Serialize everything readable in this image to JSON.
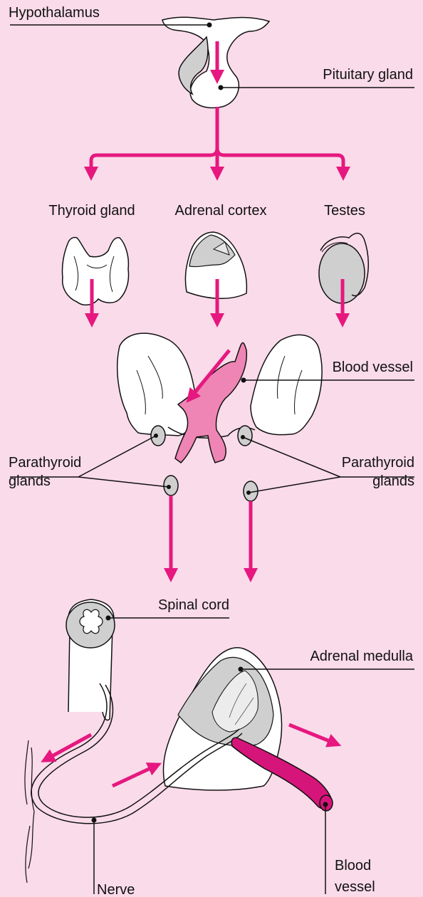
{
  "colors": {
    "background": "#fadbe9",
    "arrow": "#e6187f",
    "vessel": "#ef85b4",
    "vessel_dark": "#d6157a",
    "gland": "#ffffff",
    "shade": "#cfcfcf",
    "line": "#111111"
  },
  "labels": {
    "hypothalamus": "Hypothalamus",
    "pituitary": "Pituitary gland",
    "thyroid": "Thyroid gland",
    "adrenal_cortex": "Adrenal cortex",
    "testes": "Testes",
    "blood_vessel_top": "Blood vessel",
    "parathyroid_left_1": "Parathyroid",
    "parathyroid_left_2": "glands",
    "parathyroid_right_1": "Parathyroid",
    "parathyroid_right_2": "glands",
    "spinal_cord": "Spinal cord",
    "adrenal_medulla": "Adrenal medulla",
    "nerve": "Nerve",
    "blood_vessel_bottom_1": "Blood",
    "blood_vessel_bottom_2": "vessel"
  }
}
